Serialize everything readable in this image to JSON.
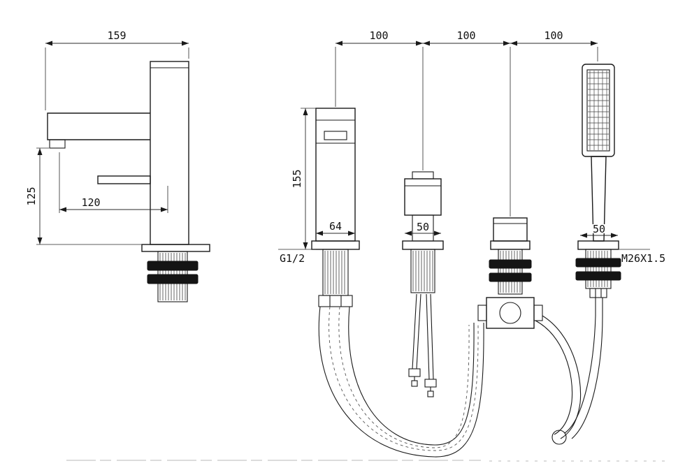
{
  "colors": {
    "line": "#1a1a1a",
    "dimension_text": "#111111",
    "washer_fill": "#141414",
    "background": "#ffffff"
  },
  "side_view": {
    "labels": {
      "width": "159",
      "height": "125",
      "reach": "120"
    }
  },
  "front_view": {
    "labels": {
      "spacing_left": "100",
      "spacing_middle": "100",
      "spacing_right": "100",
      "spout_height": "155",
      "spout_base_width": "64",
      "diverter_base_width": "50",
      "handshower_base_width": "50",
      "inlet_thread": "G1/2",
      "handshower_thread": "M26X1.5"
    }
  }
}
